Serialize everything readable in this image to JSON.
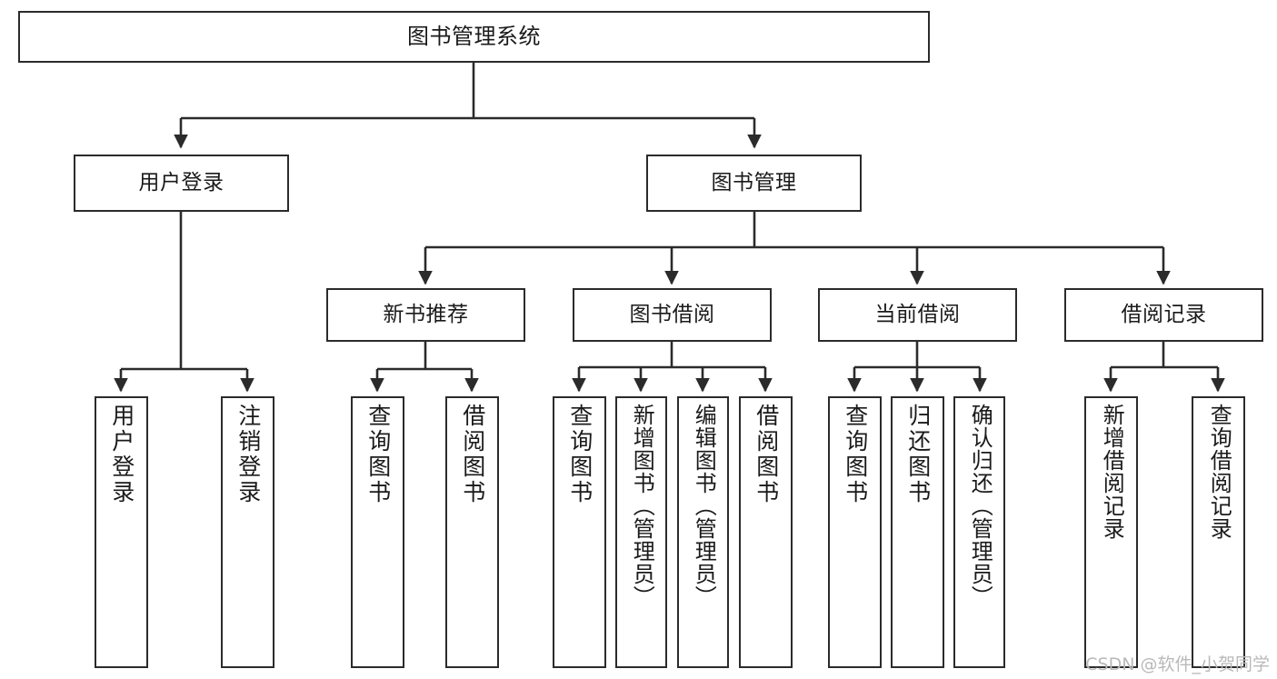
{
  "diagram": {
    "type": "tree",
    "title": "图书管理系统",
    "orientation": "top-down",
    "colors": {
      "box_border": "#2b2b2b",
      "box_fill": "#ffffff",
      "edge": "#2b2b2b",
      "text": "#1a1a1a",
      "watermark": "#b9b9b9",
      "background": "#ffffff"
    },
    "root": {
      "label": "图书管理系统"
    },
    "level2": [
      {
        "label": "用户登录"
      },
      {
        "label": "图书管理"
      }
    ],
    "level3": [
      {
        "label": "新书推荐"
      },
      {
        "label": "图书借阅"
      },
      {
        "label": "当前借阅"
      },
      {
        "label": "借阅记录"
      }
    ],
    "leaves": {
      "user_login": [
        {
          "label": "用户登录"
        },
        {
          "label": "注销登录"
        }
      ],
      "new_book": [
        {
          "label": "查询图书"
        },
        {
          "label": "借阅图书"
        }
      ],
      "book_borrow": [
        {
          "label": "查询图书"
        },
        {
          "label": "新增图书（管理员）"
        },
        {
          "label": "编辑图书（管理员）"
        },
        {
          "label": "借阅图书"
        }
      ],
      "current_borrow": [
        {
          "label": "查询图书"
        },
        {
          "label": "归还图书"
        },
        {
          "label": "确认归还（管理员）"
        }
      ],
      "borrow_record": [
        {
          "label": "新增借阅记录"
        },
        {
          "label": "查询借阅记录"
        }
      ]
    }
  },
  "watermark": {
    "text": "CSDN @软件_小贺同学"
  }
}
